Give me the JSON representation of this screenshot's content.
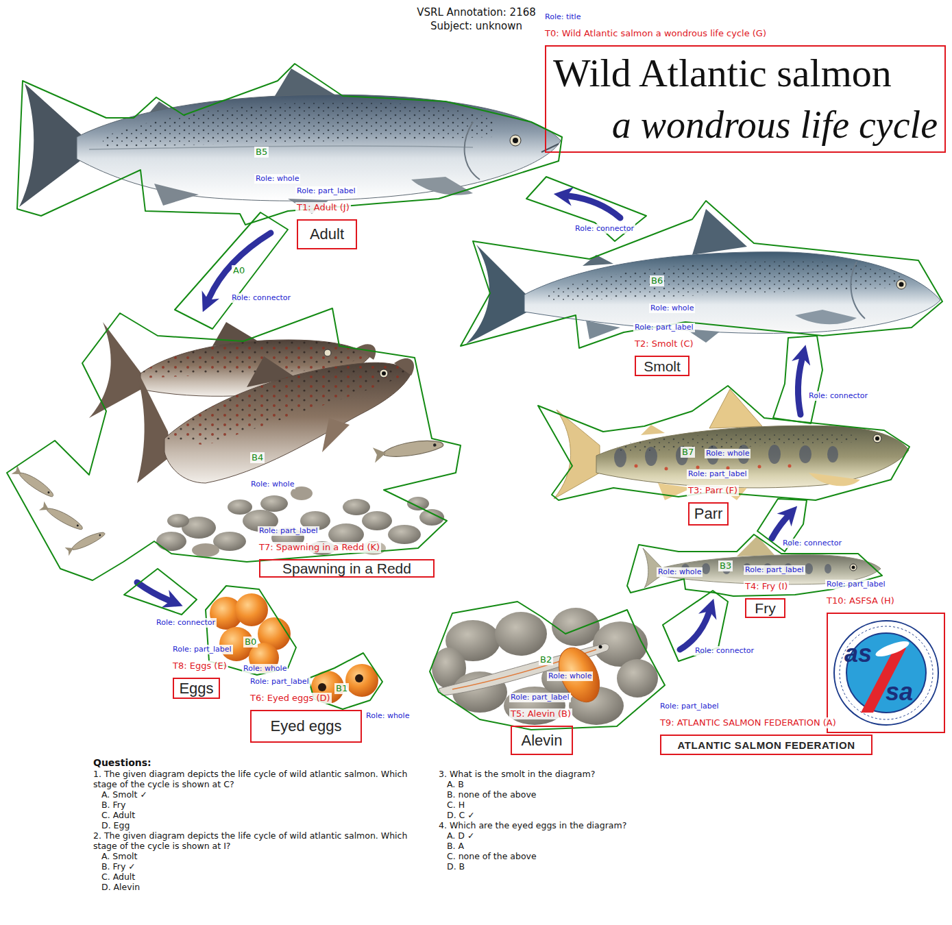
{
  "diagram": {
    "title": "VSRL Annotation: 2168",
    "nodes": [
      {
        "text": [
          "Role: title",
          "T0: Wild Atlantic salmon a wondrous life cycle (G)",
          "Wild Atlantic salmon",
          "a wondrous life cycle"
        ]
      },
      {
        "text": [
          "B5",
          "Role: whole"
        ]
      },
      {
        "text": [
          "Role: connector"
        ]
      },
      {
        "text": [
          "Role: part_label",
          "T1: Adult (J)",
          "Adult"
        ]
      },
      {
        "text": [
          "B6",
          "Role: whole"
        ]
      },
      {
        "text": [
          "A0",
          "Role: connector"
        ]
      },
      {
        "text": [
          "B4",
          "Role: whole"
        ]
      },
      {
        "text": [
          "Role: part_label",
          "T2: Smolt (C)",
          "Smolt"
        ]
      },
      {
        "text": [
          "Role: connector"
        ]
      },
      {
        "text": [
          "B7",
          "Role: whole"
        ]
      },
      {
        "text": [
          "Role: part_label",
          "T3: Parr (F)",
          "Parr"
        ]
      },
      {
        "text": [
          "Role: connector"
        ]
      },
      {
        "text": [
          "Role: part_label",
          "T7: Spawning in a Redd (K)",
          "Spawning in a Redd"
        ]
      },
      {
        "text": [
          "B3",
          "Role: whole"
        ]
      },
      {
        "text": [
          "Role: connector"
        ]
      },
      {
        "text": [
          "Role: part_label",
          "T4: Fry (I)",
          "Fry"
        ]
      },
      {
        "text": [
          "Role: part_label",
          "T10: ASFSA (H)"
        ]
      },
      {
        "text": [
          "B0",
          "Role: whole"
        ]
      },
      {
        "text": [
          "Role: connector"
        ]
      },
      {
        "text": [
          "B2",
          "Role: whole"
        ]
      },
      {
        "text": [
          "Role: part_label",
          "T8: Eggs (E)",
          "Eggs"
        ]
      },
      {
        "text": [
          "B1",
          "Role: whole"
        ]
      },
      {
        "text": [
          "Role: part_label",
          "T6: Eyed eggs (D)",
          "Eyed eggs"
        ]
      },
      {
        "text": [
          "Role: part_label",
          "T5: Alevin (B)",
          "Alevin"
        ]
      },
      {
        "text": [
          "Role: part_label",
          "T9: ATLANTIC SALMON FEDERATION (A)",
          "ATLANTIC SALMON FEDERATION"
        ]
      }
    ],
    "labels": [
      "Subject: unknown",
      "as",
      "sa",
      "Questions:",
      "1. The given diagram depicts the life cycle of wild atlantic salmon. Which stage of the cycle is shown at C?",
      "A. Smolt ✓",
      "B. Fry",
      "C. Adult",
      "D. Egg",
      "2. The given diagram depicts the life cycle of wild atlantic salmon. Which stage of the cycle is shown at I?",
      "A. Smolt",
      "B. Fry ✓",
      "C. Adult",
      "D. Alevin",
      "3. What is the smolt in the diagram?",
      "A. B",
      "B. none of the above",
      "C. H",
      "D. C ✓",
      "4. Which are the eyed eggs in the diagram?",
      "A. D ✓",
      "B. A",
      "C. none of the above",
      "D. B"
    ]
  }
}
